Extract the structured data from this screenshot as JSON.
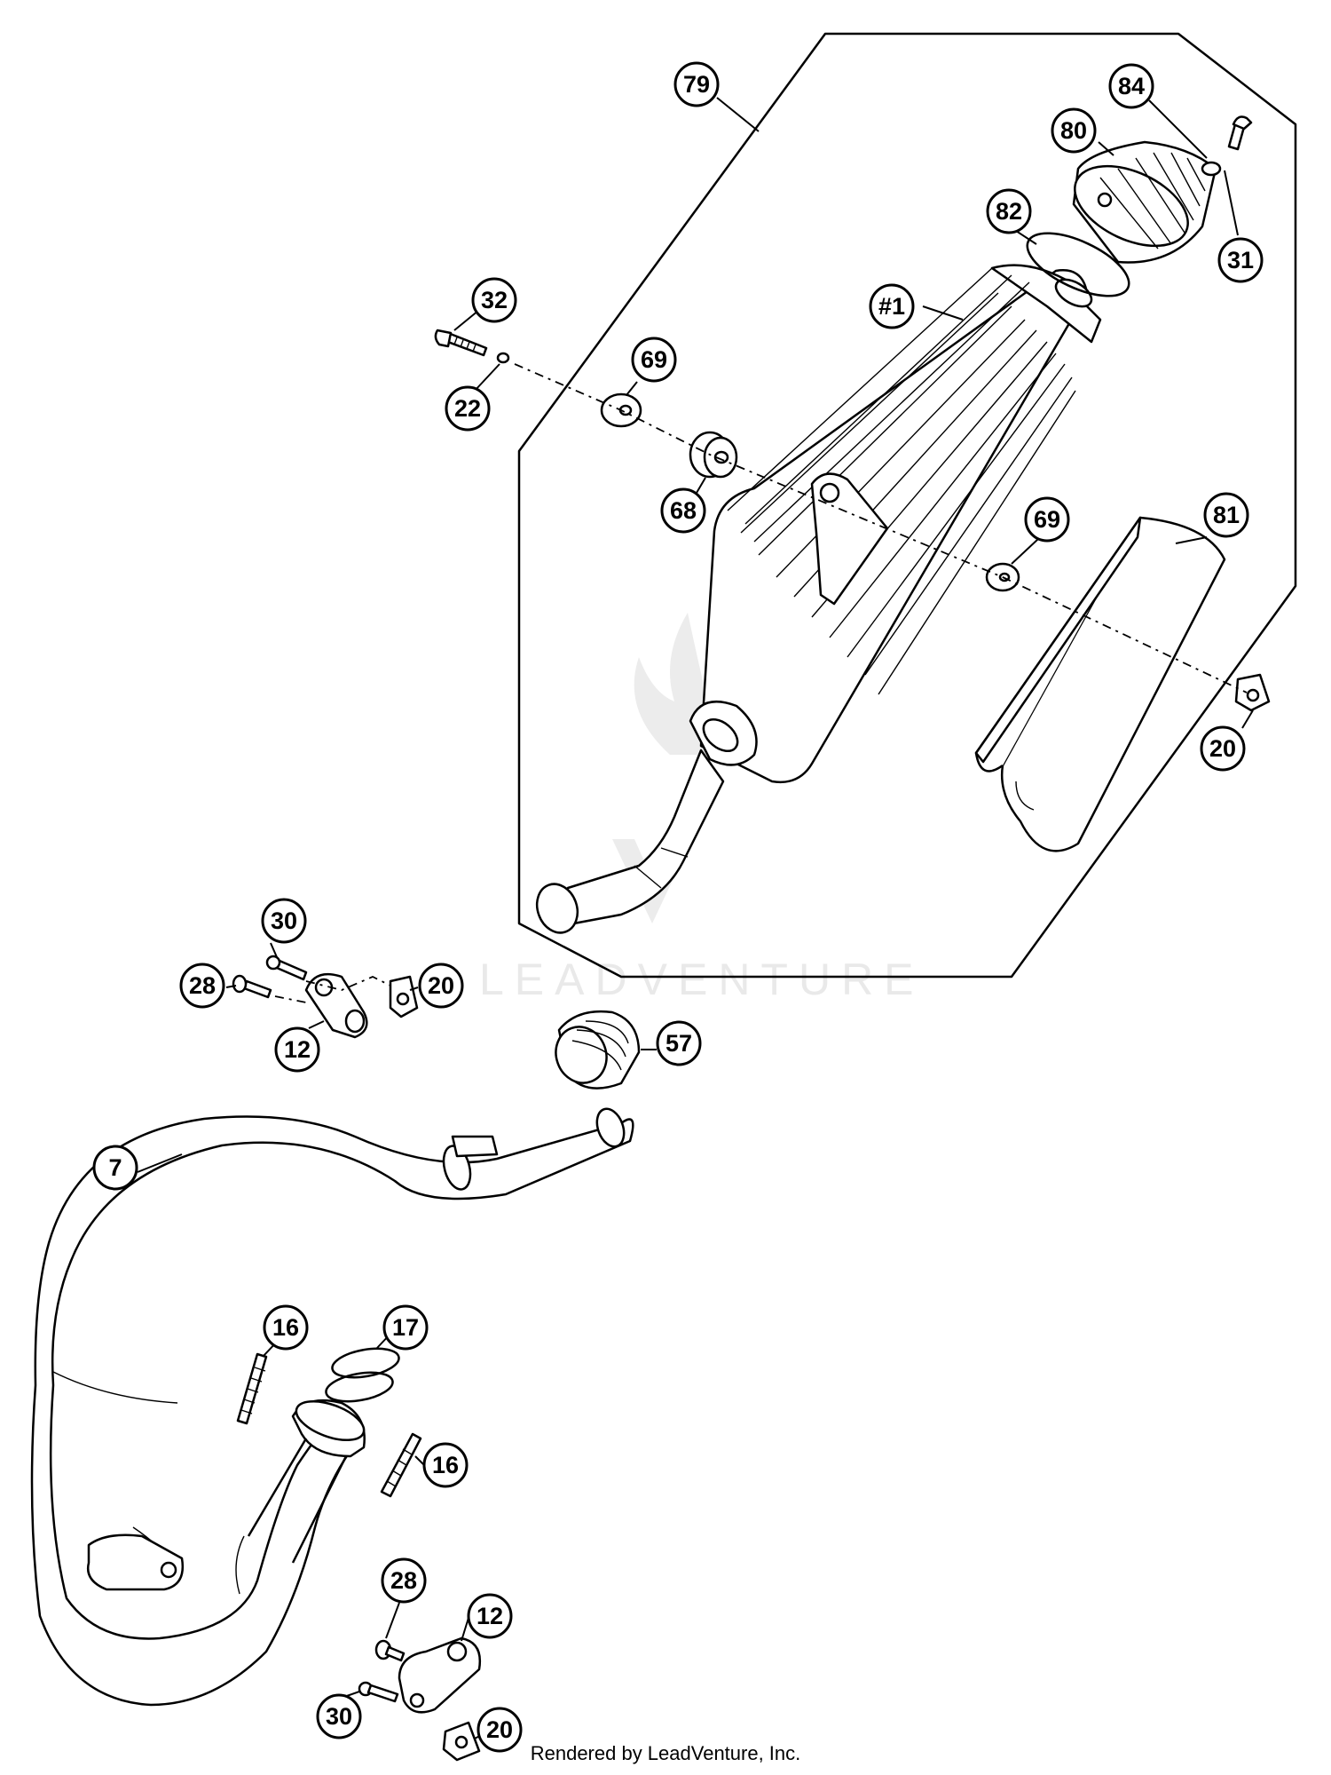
{
  "watermark": "LEADVENTURE",
  "footer": "Rendered by LeadVenture, Inc.",
  "callouts": [
    {
      "id": "c79",
      "label": "79"
    },
    {
      "id": "c84",
      "label": "84"
    },
    {
      "id": "c80",
      "label": "80"
    },
    {
      "id": "c31",
      "label": "31"
    },
    {
      "id": "c82",
      "label": "82"
    },
    {
      "id": "c1",
      "label": "#1"
    },
    {
      "id": "c32",
      "label": "32"
    },
    {
      "id": "c22",
      "label": "22"
    },
    {
      "id": "c69a",
      "label": "69"
    },
    {
      "id": "c68",
      "label": "68"
    },
    {
      "id": "c69b",
      "label": "69"
    },
    {
      "id": "c81",
      "label": "81"
    },
    {
      "id": "c20a",
      "label": "20"
    },
    {
      "id": "c30a",
      "label": "30"
    },
    {
      "id": "c28a",
      "label": "28"
    },
    {
      "id": "c20b",
      "label": "20"
    },
    {
      "id": "c12a",
      "label": "12"
    },
    {
      "id": "c57",
      "label": "57"
    },
    {
      "id": "c7",
      "label": "7"
    },
    {
      "id": "c16a",
      "label": "16"
    },
    {
      "id": "c17",
      "label": "17"
    },
    {
      "id": "c16b",
      "label": "16"
    },
    {
      "id": "c28b",
      "label": "28"
    },
    {
      "id": "c12b",
      "label": "12"
    },
    {
      "id": "c30b",
      "label": "30"
    },
    {
      "id": "c20c",
      "label": "20"
    }
  ]
}
